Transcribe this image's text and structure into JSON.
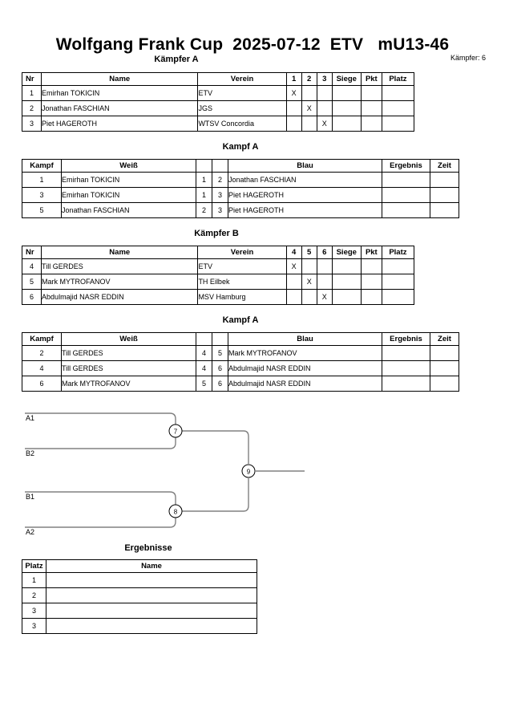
{
  "header": {
    "title": "Wolfgang Frank Cup  2025-07-12  ETV   mU13-46",
    "fighter_count_label": "Kämpfer: 6"
  },
  "sections": {
    "kaempfer_a_heading": "Kämpfer A",
    "kampf_a1_heading": "Kampf A",
    "kaempfer_b_heading": "Kämpfer B",
    "kampf_a2_heading": "Kampf A",
    "ergebnisse_heading": "Ergebnisse"
  },
  "pool_a": {
    "columns": [
      "Nr",
      "Name",
      "Verein",
      "1",
      "2",
      "3",
      "Siege",
      "Pkt",
      "Platz"
    ],
    "rows": [
      {
        "nr": "1",
        "name": "Emirhan TOKICIN",
        "verein": "ETV",
        "m1": "X",
        "m2": "",
        "m3": "",
        "siege": "",
        "pkt": "",
        "platz": ""
      },
      {
        "nr": "2",
        "name": "Jonathan FASCHIAN",
        "verein": "JGS",
        "m1": "",
        "m2": "X",
        "m3": "",
        "siege": "",
        "pkt": "",
        "platz": ""
      },
      {
        "nr": "3",
        "name": "Piet HAGEROTH",
        "verein": "WTSV Concordia",
        "m1": "",
        "m2": "",
        "m3": "X",
        "siege": "",
        "pkt": "",
        "platz": ""
      }
    ]
  },
  "matches_a": {
    "columns": [
      "Kampf",
      "Weiß",
      "wnr",
      "bnr",
      "Blau",
      "Ergebnis",
      "Zeit"
    ],
    "rows": [
      {
        "kampf": "1",
        "weiss": "Emirhan TOKICIN",
        "wnr": "1",
        "bnr": "2",
        "blau": "Jonathan FASCHIAN",
        "ergebnis": "",
        "zeit": ""
      },
      {
        "kampf": "3",
        "weiss": "Emirhan TOKICIN",
        "wnr": "1",
        "bnr": "3",
        "blau": "Piet HAGEROTH",
        "ergebnis": "",
        "zeit": ""
      },
      {
        "kampf": "5",
        "weiss": "Jonathan FASCHIAN",
        "wnr": "2",
        "bnr": "3",
        "blau": "Piet HAGEROTH",
        "ergebnis": "",
        "zeit": ""
      }
    ]
  },
  "pool_b": {
    "columns": [
      "Nr",
      "Name",
      "Verein",
      "4",
      "5",
      "6",
      "Siege",
      "Pkt",
      "Platz"
    ],
    "rows": [
      {
        "nr": "4",
        "name": "Till GERDES",
        "verein": "ETV",
        "m1": "X",
        "m2": "",
        "m3": "",
        "siege": "",
        "pkt": "",
        "platz": ""
      },
      {
        "nr": "5",
        "name": "Mark MYTROFANOV",
        "verein": "TH Eilbek",
        "m1": "",
        "m2": "X",
        "m3": "",
        "siege": "",
        "pkt": "",
        "platz": ""
      },
      {
        "nr": "6",
        "name": "Abdulmajid NASR EDDIN",
        "verein": "MSV Hamburg",
        "m1": "",
        "m2": "",
        "m3": "X",
        "siege": "",
        "pkt": "",
        "platz": ""
      }
    ]
  },
  "matches_b": {
    "columns": [
      "Kampf",
      "Weiß",
      "wnr",
      "bnr",
      "Blau",
      "Ergebnis",
      "Zeit"
    ],
    "rows": [
      {
        "kampf": "2",
        "weiss": "Till GERDES",
        "wnr": "4",
        "bnr": "5",
        "blau": "Mark MYTROFANOV",
        "ergebnis": "",
        "zeit": ""
      },
      {
        "kampf": "4",
        "weiss": "Till GERDES",
        "wnr": "4",
        "bnr": "6",
        "blau": "Abdulmajid NASR EDDIN",
        "ergebnis": "",
        "zeit": ""
      },
      {
        "kampf": "6",
        "weiss": "Mark MYTROFANOV",
        "wnr": "5",
        "bnr": "6",
        "blau": "Abdulmajid NASR EDDIN",
        "ergebnis": "",
        "zeit": ""
      }
    ]
  },
  "bracket": {
    "seeds": [
      "A1",
      "B2",
      "B1",
      "A2"
    ],
    "nodes": [
      "7",
      "8",
      "9"
    ],
    "line_color": "#808080"
  },
  "results": {
    "columns": [
      "Platz",
      "Name"
    ],
    "rows": [
      {
        "platz": "1",
        "name": ""
      },
      {
        "platz": "2",
        "name": ""
      },
      {
        "platz": "3",
        "name": ""
      },
      {
        "platz": "3",
        "name": ""
      }
    ]
  }
}
